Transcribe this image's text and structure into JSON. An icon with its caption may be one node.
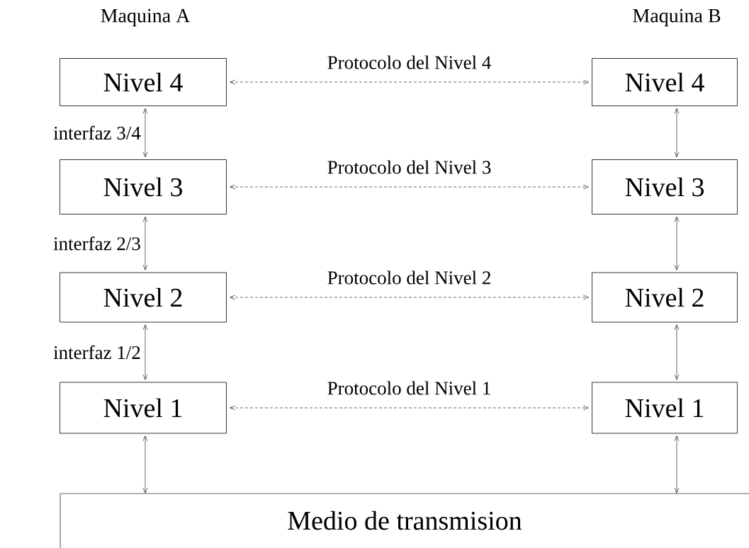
{
  "diagram": {
    "nodes": [
      {
        "text": [
          "Nivel 4"
        ]
      },
      {
        "text": [
          "Nivel 4"
        ]
      },
      {
        "text": [
          "Nivel 3"
        ]
      },
      {
        "text": [
          "Nivel 3"
        ]
      },
      {
        "text": [
          "Nivel 2"
        ]
      },
      {
        "text": [
          "Nivel 2"
        ]
      },
      {
        "text": [
          "Nivel 1"
        ]
      },
      {
        "text": [
          "Nivel 1"
        ]
      },
      {
        "text": [
          "Medio de transmision"
        ]
      }
    ],
    "edges": [
      {
        "from": 0,
        "to": 1,
        "arrow": "both",
        "style": "dashed",
        "label": "Protocolo del Nivel 4"
      },
      {
        "from": 0,
        "to": 2,
        "arrow": "both",
        "label": "interfaz 3/4"
      },
      {
        "from": 1,
        "to": 3,
        "arrow": "both"
      },
      {
        "from": 2,
        "to": 3,
        "arrow": "both",
        "style": "dashed",
        "label": "Protocolo del Nivel 3"
      },
      {
        "from": 2,
        "to": 4,
        "arrow": "both",
        "label": "interfaz 2/3"
      },
      {
        "from": 3,
        "to": 5,
        "arrow": "both"
      },
      {
        "from": 4,
        "to": 5,
        "arrow": "both",
        "style": "dashed",
        "label": "Protocolo del Nivel 2"
      },
      {
        "from": 4,
        "to": 6,
        "arrow": "both",
        "label": "interfaz 1/2"
      },
      {
        "from": 5,
        "to": 7,
        "arrow": "both"
      },
      {
        "from": 6,
        "to": 7,
        "arrow": "both",
        "style": "dashed",
        "label": "Protocolo del Nivel 1"
      },
      {
        "from": 6,
        "to": 8,
        "arrow": "both"
      },
      {
        "from": 7,
        "to": 8,
        "arrow": "both"
      }
    ],
    "labels": [
      "Maquina A",
      "Maquina B"
    ]
  }
}
